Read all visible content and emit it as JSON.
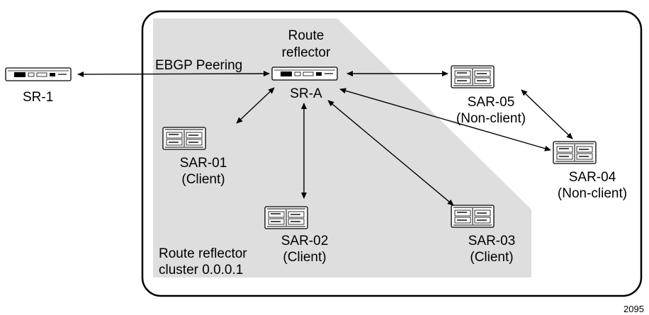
{
  "diagram": {
    "ebgp_label": "EBGP Peering",
    "cluster_label": [
      "Route reflector",
      "cluster 0.0.0.1"
    ],
    "figure_number": "2095",
    "colors": {
      "shaded_region": "#dedede",
      "boundary": "#000000",
      "device_body": "#ffffff"
    },
    "nodes": {
      "sr1": {
        "name": "SR-1",
        "icon": "router-icon"
      },
      "sra": {
        "role_line1": "Route",
        "role_line2": "reflector",
        "name": "SR-A",
        "icon": "router-icon"
      },
      "sar05": {
        "name": "SAR-05",
        "role": "(Non-client)",
        "icon": "switch-chassis-icon"
      },
      "sar04": {
        "name": "SAR-04",
        "role": "(Non-client)",
        "icon": "switch-chassis-icon"
      },
      "sar01": {
        "name": "SAR-01",
        "role": "(Client)",
        "icon": "switch-chassis-icon"
      },
      "sar02": {
        "name": "SAR-02",
        "role": "(Client)",
        "icon": "switch-chassis-icon"
      },
      "sar03": {
        "name": "SAR-03",
        "role": "(Client)",
        "icon": "switch-chassis-icon"
      }
    },
    "links": [
      {
        "from": "SR-1",
        "to": "SR-A",
        "label": "EBGP Peering"
      },
      {
        "from": "SR-A",
        "to": "SAR-05"
      },
      {
        "from": "SR-A",
        "to": "SAR-04"
      },
      {
        "from": "SR-A",
        "to": "SAR-01"
      },
      {
        "from": "SR-A",
        "to": "SAR-02"
      },
      {
        "from": "SR-A",
        "to": "SAR-03"
      },
      {
        "from": "SAR-05",
        "to": "SAR-04"
      }
    ]
  }
}
